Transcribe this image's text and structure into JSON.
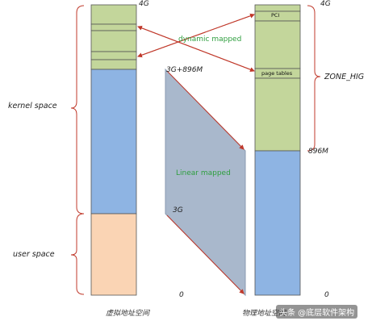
{
  "left_column": {
    "title": "虚拟地址空间",
    "tick_4g": "4G",
    "tick_3g896": "3G+896M",
    "tick_3g": "3G",
    "tick_0": "0",
    "kernel_label": "kernel space",
    "user_label": "user space"
  },
  "right_column": {
    "title": "物理地址空间",
    "tick_4g": "4G",
    "tick_896": "896M",
    "tick_0": "0",
    "pci_label": "PCI",
    "pagetables_label": "page tables",
    "zone_label": "ZONE_HIG"
  },
  "mappings": {
    "dynamic_label": "dynamic mapped",
    "linear_label": "Linear mapped"
  },
  "watermark": "头条 @底层软件架构",
  "colors": {
    "green_block": "#c3d69b",
    "blue_block": "#8eb4e3",
    "peach_block": "#fad4b4",
    "trapezoid": "#a9b8cc",
    "red": "#c0392b",
    "label_green": "#2e9e3e"
  }
}
